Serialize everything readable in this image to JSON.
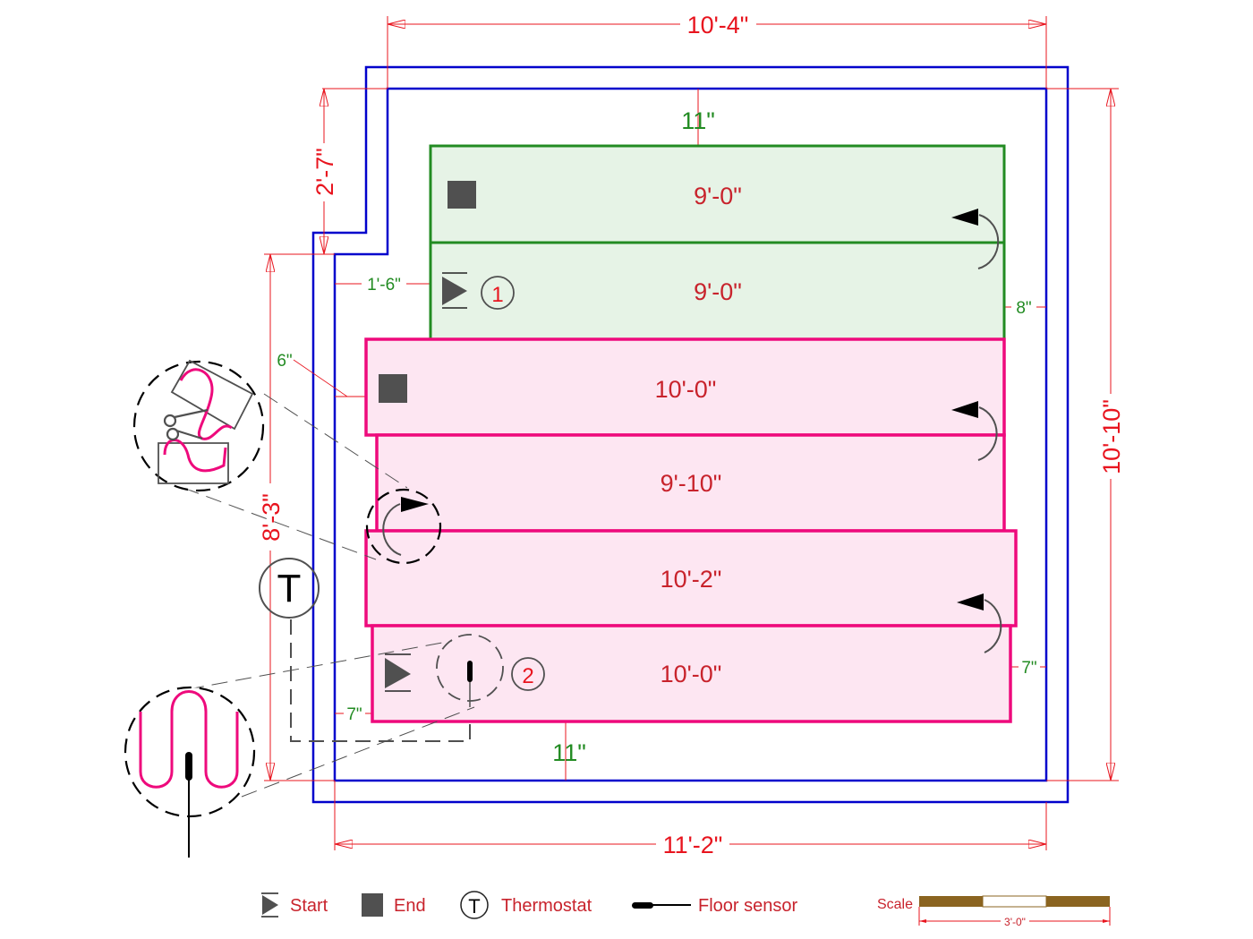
{
  "diagram": {
    "title": "Floor heating mat layout",
    "colors": {
      "wall": "#0000cc",
      "dimension": "#e8141e",
      "offset_dimension": "#228b22",
      "mat1_stroke": "#228b22",
      "mat1_fill": "#e6f3e6",
      "mat2_stroke": "#ee0a7c",
      "mat2_fill": "#fde6f2",
      "symbol": "#505050",
      "label": "#c8232c"
    },
    "overall_dimensions": {
      "top_width": "10'-4\"",
      "bottom_width": "11'-2\"",
      "right_height": "10'-10\"",
      "left_height": "8'-3\"",
      "notch_height": "2'-7\""
    },
    "offsets": {
      "top": "11\"",
      "bottom": "11\"",
      "left_upper": "1'-6\"",
      "left_mid": "6\"",
      "left_lower": "7\"",
      "right_upper": "8\"",
      "right_lower": "7\""
    },
    "mats": [
      {
        "id": 1,
        "number_label": "1",
        "runs": [
          {
            "length": "9'-0\"",
            "marker": "end",
            "turn": "right"
          },
          {
            "length": "9'-0\"",
            "marker": "start",
            "turn": null
          }
        ]
      },
      {
        "id": 2,
        "number_label": "2",
        "runs": [
          {
            "length": "10'-0\"",
            "marker": "end",
            "turn": "right"
          },
          {
            "length": "9'-10\"",
            "marker": null,
            "turn": "left"
          },
          {
            "length": "10'-2\"",
            "marker": null,
            "turn": "right"
          },
          {
            "length": "10'-0\"",
            "marker": "start",
            "turn": null
          }
        ]
      }
    ],
    "symbols": {
      "thermostat_letter": "T",
      "cut_detail_icon": "scissors-icon",
      "floor_sensor_icon": "floor-sensor-icon"
    }
  },
  "legend": {
    "items": [
      {
        "icon": "start-icon",
        "label": "Start"
      },
      {
        "icon": "end-icon",
        "label": "End"
      },
      {
        "icon": "thermostat-icon",
        "label": "Thermostat",
        "letter": "T"
      },
      {
        "icon": "floor-sensor-icon",
        "label": "Floor sensor"
      }
    ],
    "scale": {
      "label": "Scale",
      "length": "3'-0\"",
      "colors": {
        "dark": "#8b6420",
        "light": "#ffffff"
      }
    }
  }
}
